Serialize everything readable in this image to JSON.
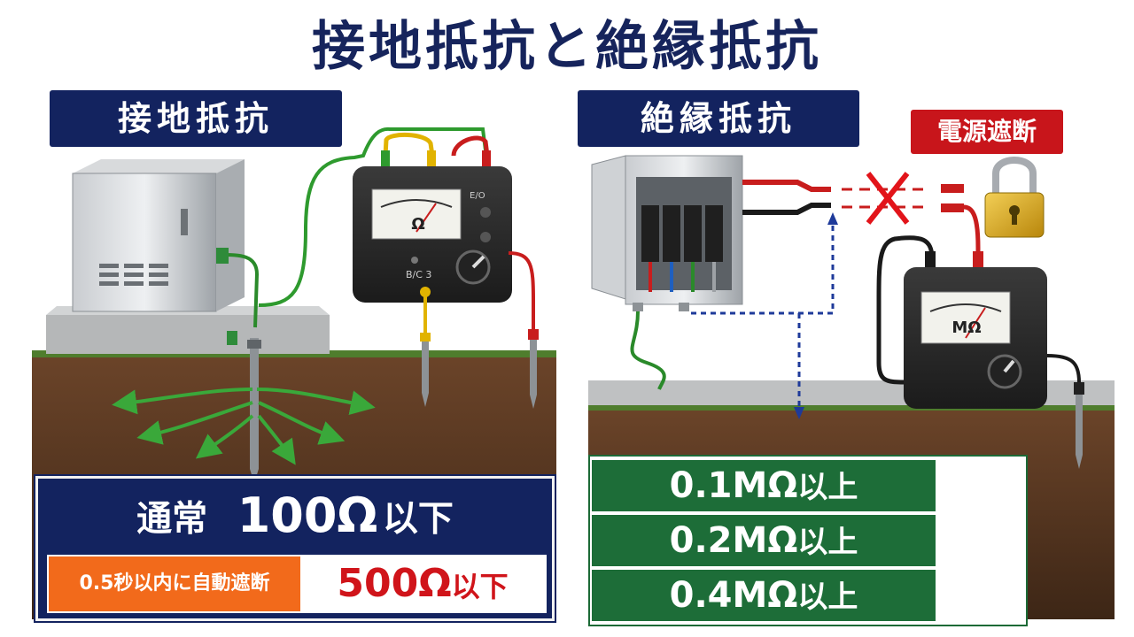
{
  "title": "接地抵抗と絶縁抵抗",
  "left": {
    "heading": "接地抵抗",
    "meter_unit": "Ω",
    "meter_text": "B/C 3",
    "meter_side_text": "E/O",
    "spec": {
      "normal_label": "通常",
      "normal_value": "100Ω",
      "normal_suffix": "以下",
      "auto_label": "0.5秒以内に自動遮断",
      "auto_value": "500Ω",
      "auto_suffix": "以下"
    }
  },
  "right": {
    "heading": "絶縁抵抗",
    "warning": "電源遮断",
    "meter_unit": "MΩ",
    "rows": [
      {
        "value": "0.1MΩ",
        "suffix": "以上"
      },
      {
        "value": "0.2MΩ",
        "suffix": "以上"
      },
      {
        "value": "0.4MΩ",
        "suffix": "以上"
      }
    ]
  },
  "colors": {
    "navy": "#13235f",
    "green": "#1d6d38",
    "orange": "#f26a1b",
    "red": "#d0141a",
    "soil": "#5a3a24"
  },
  "icons": [
    "padlock-icon",
    "cross-icon",
    "arrow-icon",
    "ground-rod-icon"
  ]
}
